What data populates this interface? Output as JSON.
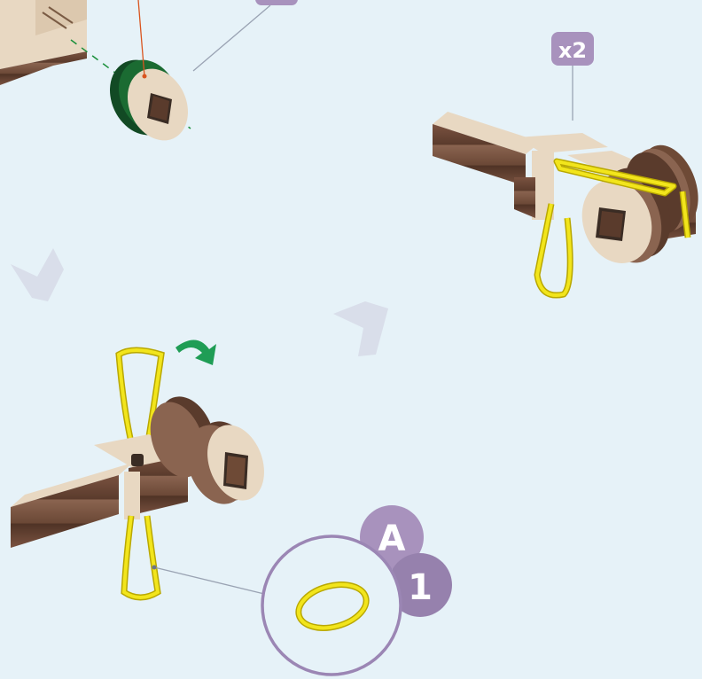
{
  "badges": {
    "quantity": "x2",
    "part_letter": "A",
    "part_number": "1"
  },
  "colors": {
    "background": "#e6f2f8",
    "wood_light": "#e8d8c2",
    "wood_dark": "#6e4a36",
    "wheel_green": "#15552a",
    "rubber_band": "#f2e51c",
    "rubber_band_outline": "#b9a800",
    "badge_purple": "#a892bd",
    "badge_purple_dark": "#9681ad",
    "arrow_green": "#1f9d55",
    "step_arrow": "#d7dbe8",
    "leader_line": "#9aa3b3",
    "axis_dash": "#1a8f3a",
    "pointer_red": "#d9541e"
  },
  "icons": [
    "rotate-arrow-icon",
    "step-arrow-icon"
  ]
}
